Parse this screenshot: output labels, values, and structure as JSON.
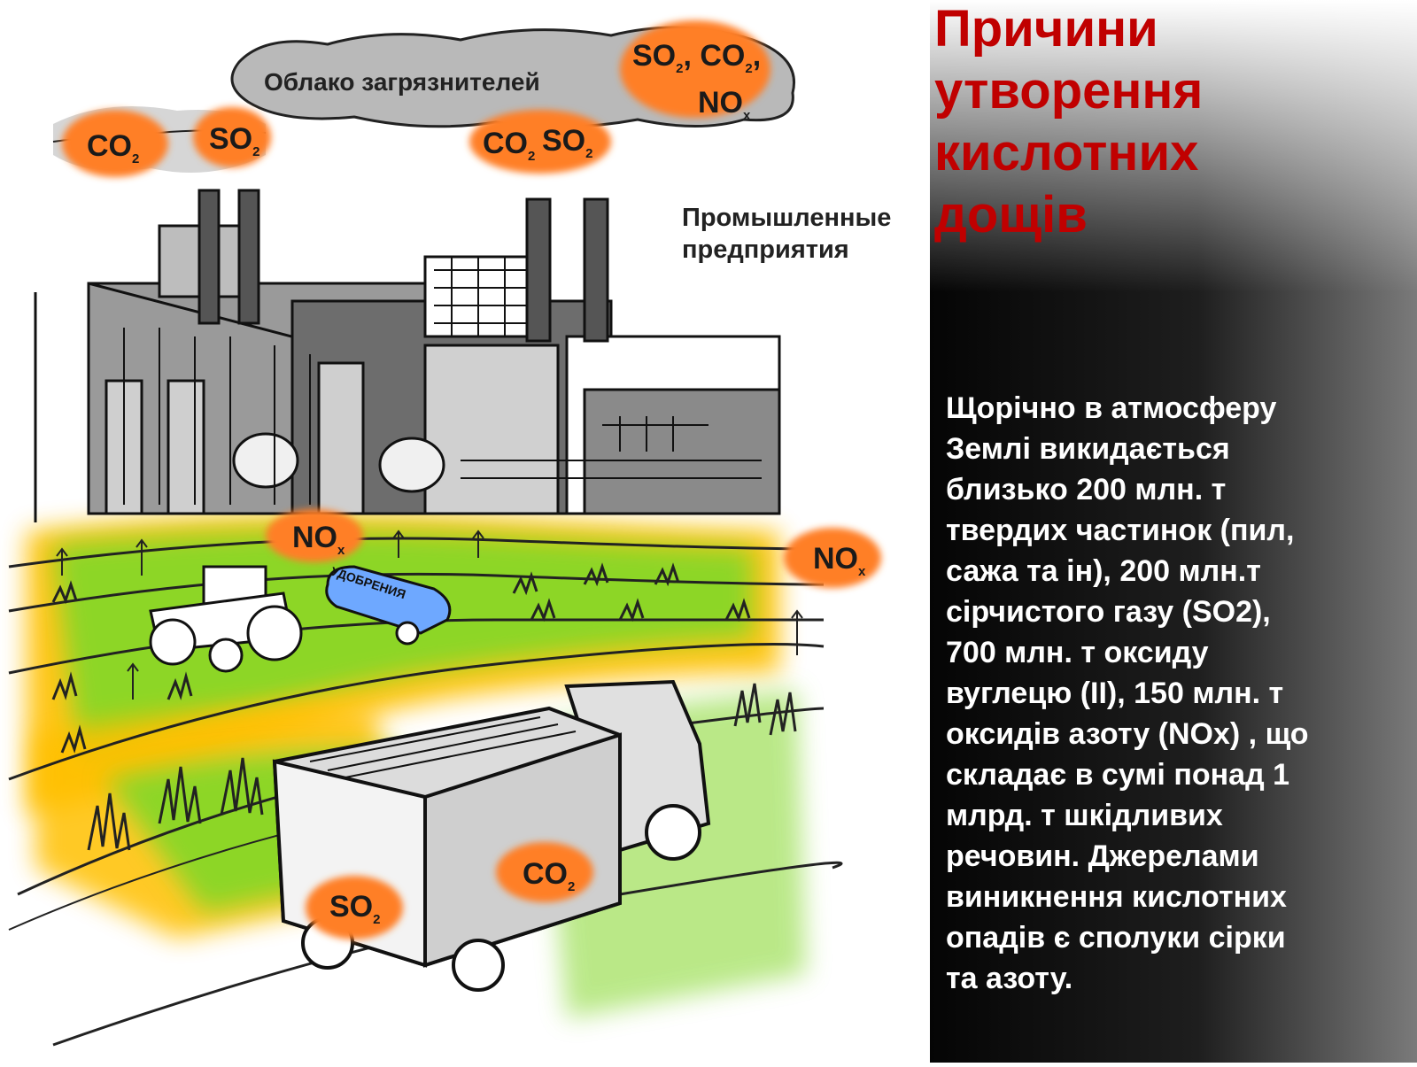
{
  "title_lines": [
    "Причини",
    "утворення",
    "кислотних",
    "дощів"
  ],
  "body_text": "Щорічно в атмосферу\nЗемлі викидається\nблизько 200 млн. т\nтвердих частинок (пил,\nсажа та ін), 200 млн.т\nсірчистого газу (SO2),\n700 млн. т оксиду\nвуглецю (II), 150 млн. т\nоксидів азоту (NOx) , що\nскладає в сумі понад 1\nмлрд. т шкідливих\nречовин. Джерелами\nвиникнення кислотних\nопадів є сполуки сірки\nта азоту.",
  "illustration": {
    "cloud_label": "Облако загрязнителей",
    "industry_label": "Промышленные\nпредприятия",
    "tanker_label": "УДОБРЕНИЯ",
    "badges": {
      "cloud_mix": {
        "so2": "SO",
        "so2_sub": "2",
        "co2": "CO",
        "co2_sub": "2",
        "nox": "NO",
        "nox_sub": "x"
      },
      "left_co2": {
        "text": "CO",
        "sub": "2"
      },
      "left_so2": {
        "text": "SO",
        "sub": "2"
      },
      "mid_co2": {
        "text": "CO",
        "sub": "2"
      },
      "mid_so2": {
        "text": "SO",
        "sub": "2"
      },
      "field_nox": {
        "text": "NO",
        "sub": "x"
      },
      "right_nox": {
        "text": "NO",
        "sub": "x"
      },
      "truck_co2": {
        "text": "CO",
        "sub": "2"
      },
      "truck_so2": {
        "text": "SO",
        "sub": "2"
      }
    }
  },
  "colors": {
    "title": "#c00000",
    "badge": "#ff7f27",
    "field_green": "#8dd625",
    "field_yellow": "#ffc000",
    "smog": "#b9b9b9"
  }
}
